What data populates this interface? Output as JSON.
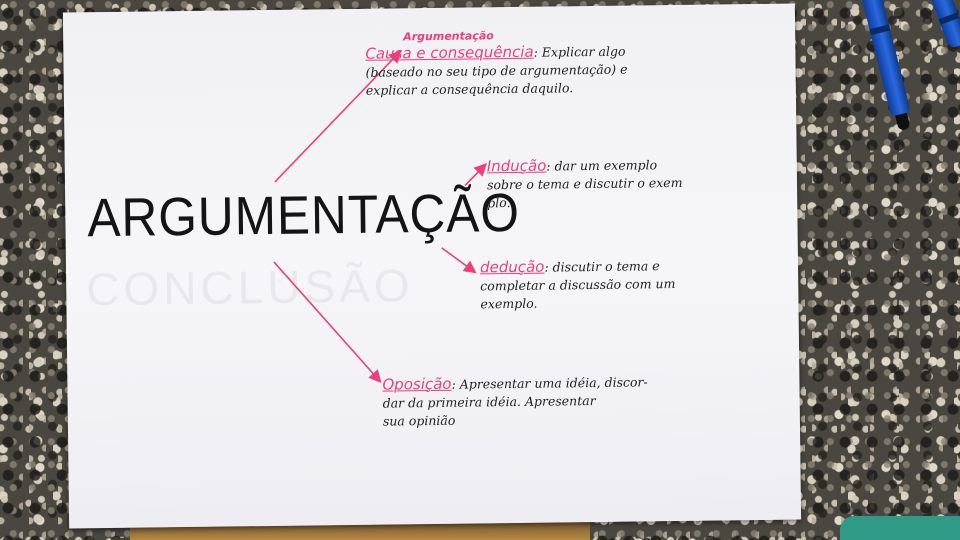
{
  "sheet": {
    "ghost_text": "CONCLUSÃO",
    "title": "ARGUMENTAÇÃO",
    "top_label": "Argumentação",
    "branches": [
      {
        "head": "Causa e consequência",
        "first": ": Explicar algo",
        "lines": [
          "(baseado no seu tipo de argumentação) e",
          "explicar a consequência daquilo."
        ]
      },
      {
        "head": "Indução",
        "first": ": dar um exemplo",
        "lines": [
          "sobre o tema e discutir o exem",
          "plo."
        ]
      },
      {
        "head": "dedução",
        "first": ": discutir o tema e",
        "lines": [
          "completar a discussão com um",
          "exemplo."
        ]
      },
      {
        "head": "Oposição",
        "first": ": Apresentar uma idéia, discor-",
        "lines": [
          "dar da primeira idéia. Apresentar",
          "sua opinião"
        ]
      }
    ]
  },
  "colors": {
    "highlight": "#ef3f78",
    "ink": "#141414",
    "marker": "#1f57c8"
  }
}
